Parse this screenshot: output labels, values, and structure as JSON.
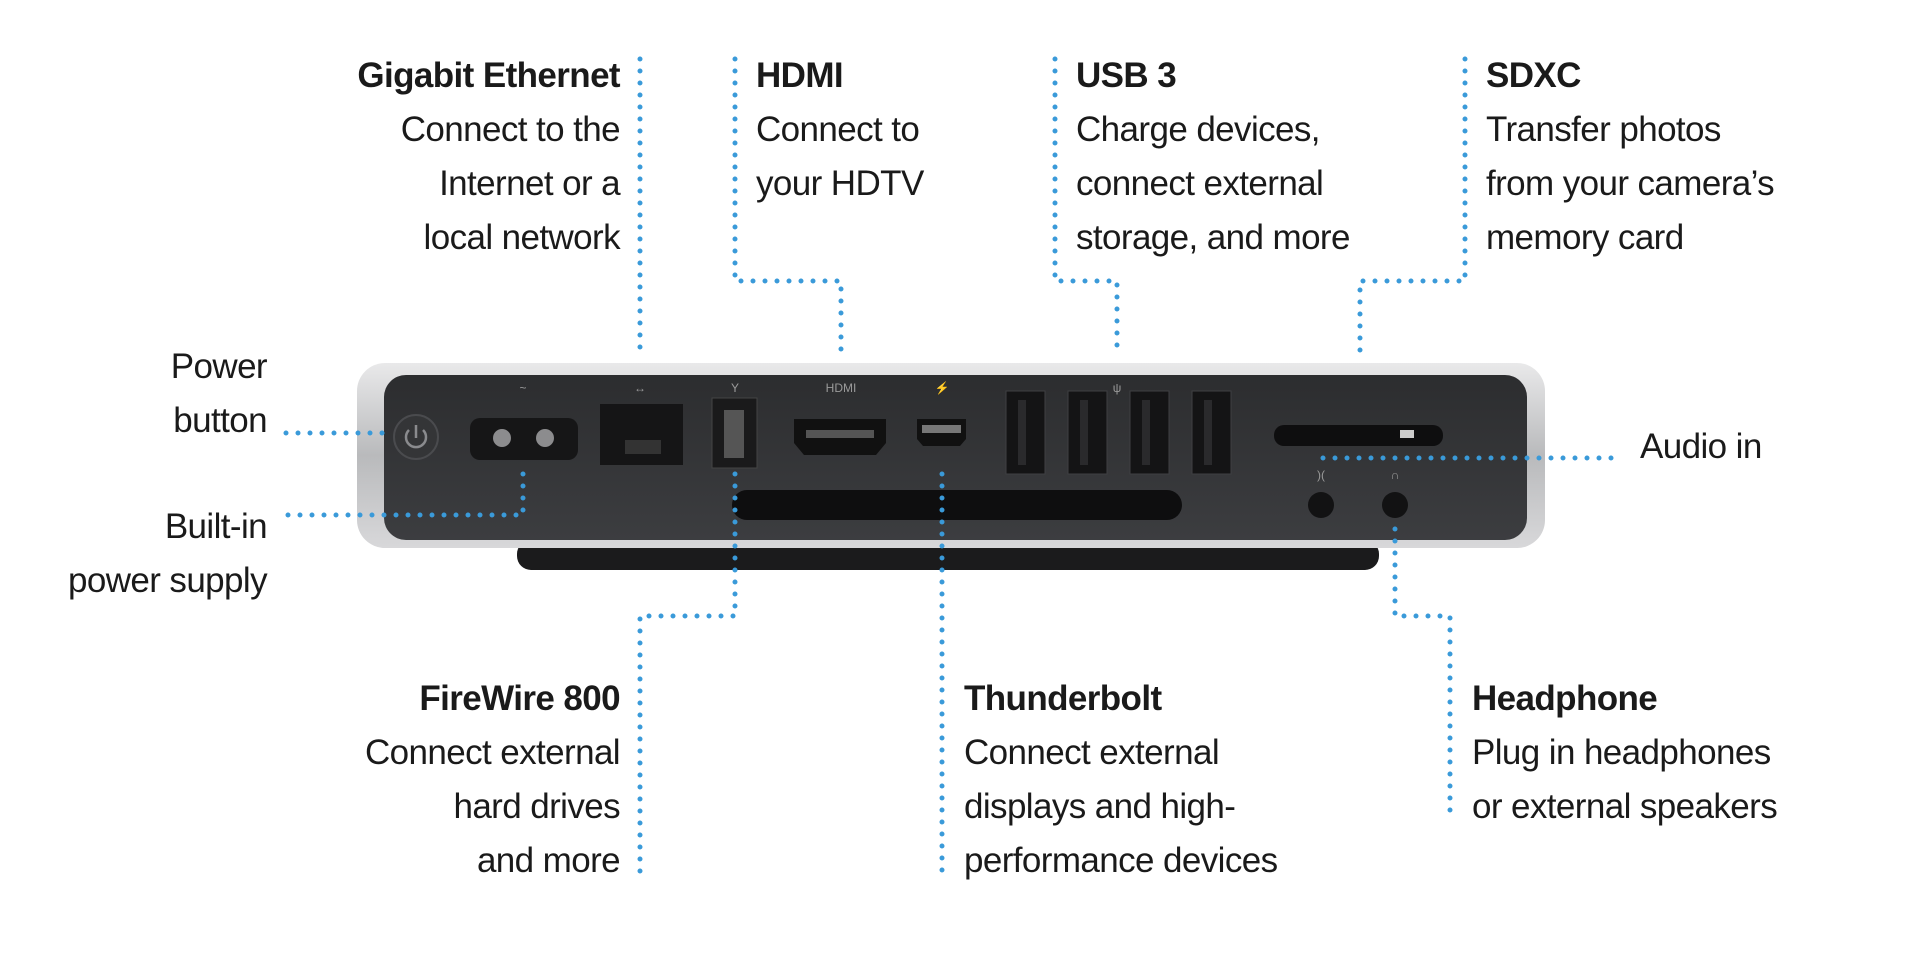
{
  "title": "Mac mini ports",
  "accent_color": "#3a9ad9",
  "callouts": {
    "ethernet": {
      "heading": "Gigabit Ethernet",
      "lines": [
        "Connect to the",
        "Internet or a",
        "local network"
      ]
    },
    "hdmi": {
      "heading": "HDMI",
      "lines": [
        "Connect to",
        "your HDTV"
      ]
    },
    "usb3": {
      "heading": "USB 3",
      "lines": [
        "Charge devices,",
        "connect external",
        "storage, and more"
      ]
    },
    "sdxc": {
      "heading": "SDXC",
      "lines": [
        "Transfer photos",
        "from your camera’s",
        "memory card"
      ]
    },
    "power_button": {
      "lines": [
        "Power",
        "button"
      ]
    },
    "power_supply": {
      "lines": [
        "Built-in",
        "power supply"
      ]
    },
    "audio_in": {
      "lines": [
        "Audio in"
      ]
    },
    "firewire": {
      "heading": "FireWire 800",
      "lines": [
        "Connect external",
        "hard drives",
        "and more"
      ]
    },
    "thunderbolt": {
      "heading": "Thunderbolt",
      "lines": [
        "Connect external",
        "displays and high-",
        "performance devices"
      ]
    },
    "headphone": {
      "heading": "Headphone",
      "lines": [
        "Plug in headphones",
        "or external speakers"
      ]
    }
  },
  "device": {
    "port_labels": {
      "power": "~",
      "ethernet": "↔",
      "firewire": "Y",
      "hdmi": "HDMI",
      "thunderbolt": "⚡",
      "usb": "ψ"
    }
  }
}
